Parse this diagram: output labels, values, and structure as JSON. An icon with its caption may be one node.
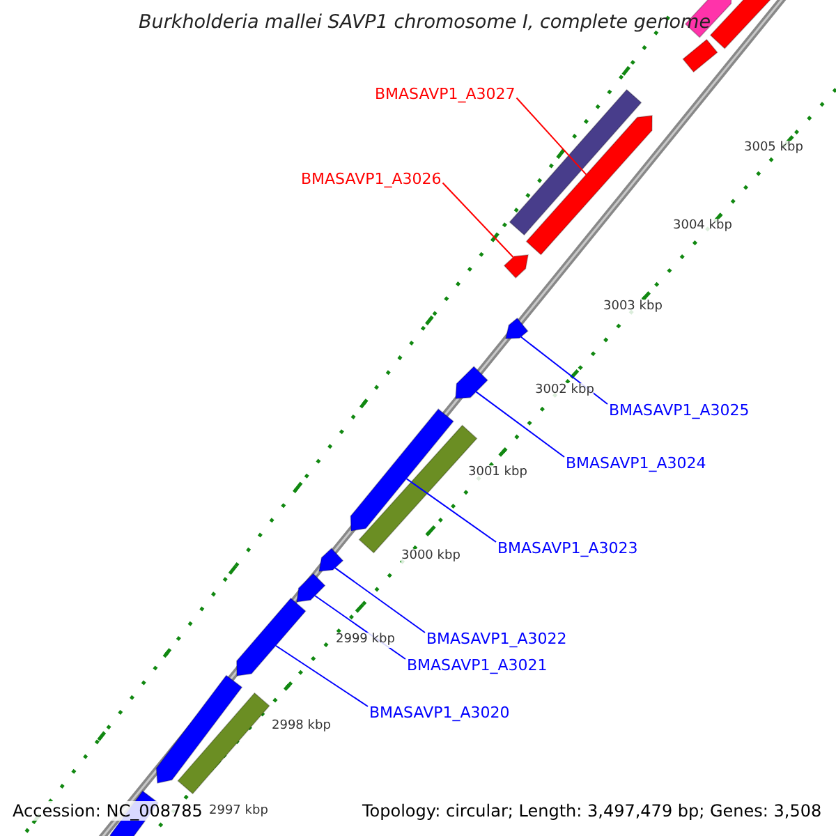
{
  "diagram": {
    "title": "Burkholderia mallei SAVP1 chromosome I, complete genome",
    "nodes": [
      {
        "text": [
          "BMASAVP1_A3027"
        ]
      },
      {
        "text": [
          "BMASAVP1_A3026"
        ]
      },
      {
        "text": [
          "BMASAVP1_A3025"
        ]
      },
      {
        "text": [
          "BMASAVP1_A3024"
        ]
      },
      {
        "text": [
          "BMASAVP1_A3023"
        ]
      },
      {
        "text": [
          "BMASAVP1_A3022"
        ]
      },
      {
        "text": [
          "BMASAVP1_A3021"
        ]
      },
      {
        "text": [
          "BMASAVP1_A3020"
        ]
      },
      {
        "text": [],
        "shape": "arrow"
      },
      {
        "text": [],
        "shape": "arrow"
      },
      {
        "text": [],
        "shape": "arrow"
      },
      {
        "text": [],
        "shape": "arrow"
      },
      {
        "text": [],
        "shape": "arrow"
      },
      {
        "text": [],
        "shape": "arrow"
      },
      {
        "text": [],
        "shape": "arrow"
      },
      {
        "text": [],
        "shape": "arrow"
      },
      {
        "text": [],
        "shape": "arrow"
      },
      {
        "text": [],
        "shape": "arrow"
      },
      {
        "text": [],
        "shape": "arrow"
      },
      {
        "text": [],
        "shape": "bar"
      },
      {
        "text": [],
        "shape": "bar"
      },
      {
        "text": [],
        "shape": "bar"
      },
      {
        "text": [],
        "shape": "arrow"
      },
      {
        "text": [],
        "shape": "arrow"
      }
    ],
    "edges": [
      {
        "from": 0,
        "to": 8,
        "arrow": "none",
        "color": "#ff0000"
      },
      {
        "from": 1,
        "to": 9,
        "arrow": "none",
        "color": "#ff0000"
      },
      {
        "from": 2,
        "to": 10,
        "arrow": "none"
      },
      {
        "from": 3,
        "to": 11,
        "arrow": "none"
      },
      {
        "from": 4,
        "to": 12,
        "arrow": "none"
      },
      {
        "from": 5,
        "to": 13,
        "arrow": "none"
      },
      {
        "from": 6,
        "to": 14,
        "arrow": "none"
      },
      {
        "from": 7,
        "to": 15,
        "arrow": "none"
      }
    ],
    "labels": [
      "3005 kbp",
      "3004 kbp",
      "3003 kbp",
      "3002 kbp",
      "3001 kbp",
      "3000 kbp",
      "2999 kbp",
      "2998 kbp",
      "2997 kbp",
      "Accession: NC_008785",
      "Topology: circular; Length: 3,497,479 bp; Genes: 3,508"
    ]
  }
}
